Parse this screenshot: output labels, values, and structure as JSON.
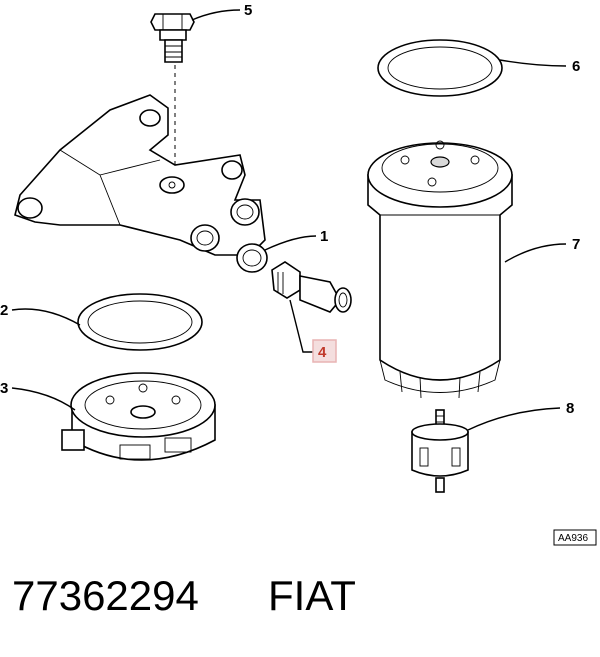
{
  "callouts": [
    {
      "id": "1",
      "label": "1"
    },
    {
      "id": "2",
      "label": "2"
    },
    {
      "id": "3",
      "label": "3"
    },
    {
      "id": "4",
      "label": "4",
      "highlighted": true
    },
    {
      "id": "5",
      "label": "5"
    },
    {
      "id": "6",
      "label": "6"
    },
    {
      "id": "7",
      "label": "7"
    },
    {
      "id": "8",
      "label": "8"
    }
  ],
  "reference_code": "AA936",
  "part_number": "77362294",
  "brand": "FIAT",
  "colors": {
    "line": "#000000",
    "highlight": "#c0392b",
    "highlight_box": "#e8b4b4",
    "background": "#ffffff"
  }
}
